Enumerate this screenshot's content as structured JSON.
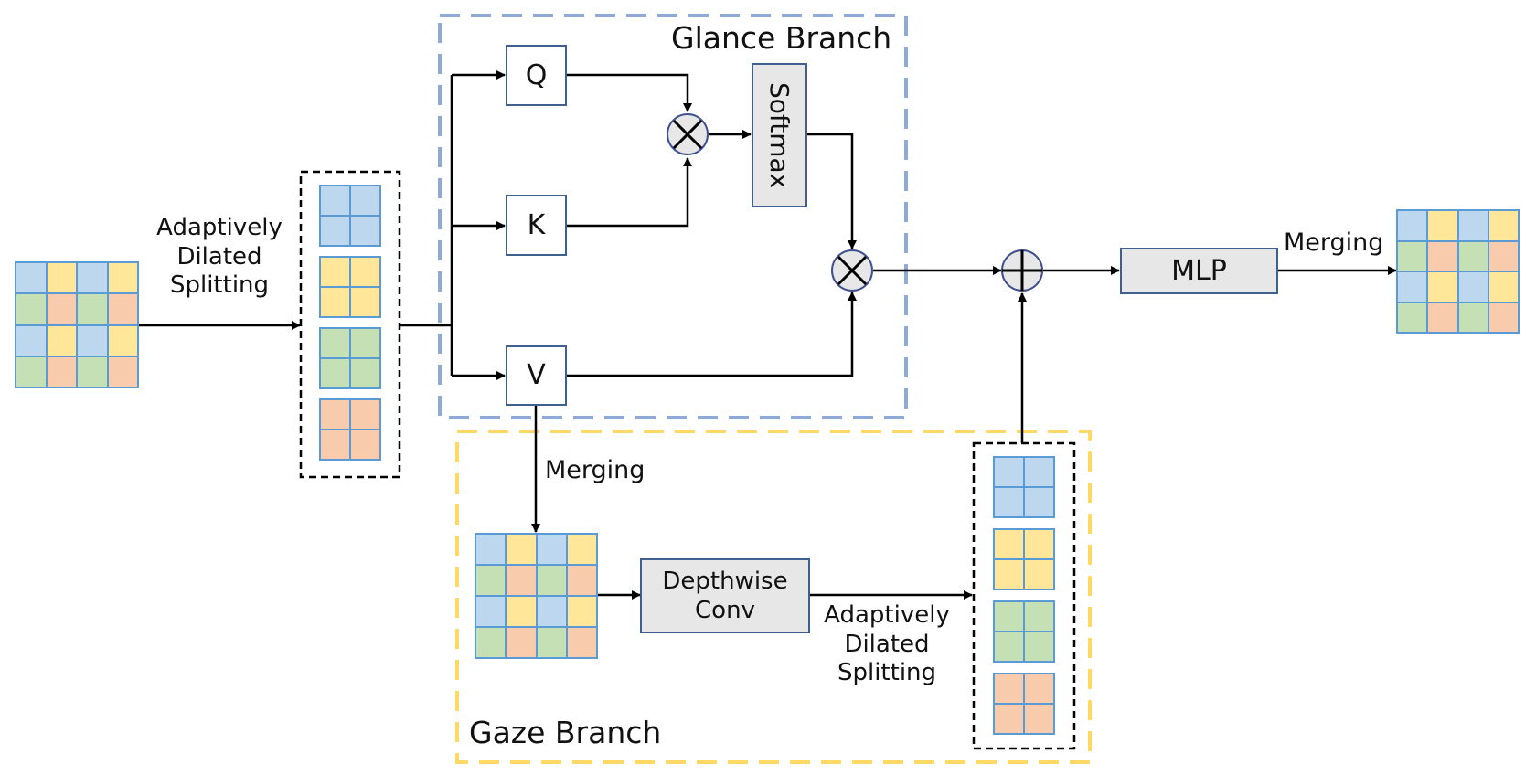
{
  "colors": {
    "blue": "#bdd7ee",
    "yellow": "#ffe699",
    "green": "#c5e0b4",
    "orange": "#f8cbad",
    "cell_border": "#5b9bd5",
    "glance_border": "#8fa9d8",
    "gaze_border": "#ffd966",
    "box_border": "#3f5f8f",
    "box_gray": "#e7e7e7"
  },
  "input_grid": {
    "pattern": [
      [
        "blue",
        "yellow",
        "blue",
        "yellow"
      ],
      [
        "green",
        "orange",
        "green",
        "orange"
      ],
      [
        "blue",
        "yellow",
        "blue",
        "yellow"
      ],
      [
        "green",
        "orange",
        "green",
        "orange"
      ]
    ]
  },
  "output_grid": {
    "pattern": [
      [
        "blue",
        "yellow",
        "blue",
        "yellow"
      ],
      [
        "green",
        "orange",
        "green",
        "orange"
      ],
      [
        "blue",
        "yellow",
        "blue",
        "yellow"
      ],
      [
        "green",
        "orange",
        "green",
        "orange"
      ]
    ]
  },
  "gaze_grid": {
    "pattern": [
      [
        "blue",
        "yellow",
        "blue",
        "yellow"
      ],
      [
        "green",
        "orange",
        "green",
        "orange"
      ],
      [
        "blue",
        "yellow",
        "blue",
        "yellow"
      ],
      [
        "green",
        "orange",
        "green",
        "orange"
      ]
    ]
  },
  "split_groups": [
    "blue",
    "yellow",
    "green",
    "orange"
  ],
  "labels": {
    "split_main": [
      "Adaptively",
      "Dilated",
      "Splitting"
    ],
    "split_gaze": [
      "Adaptively",
      "Dilated",
      "Splitting"
    ],
    "merging_out": "Merging",
    "merging_gaze": "Merging",
    "glance_title": "Glance Branch",
    "gaze_title": "Gaze Branch"
  },
  "nodes": {
    "q": "Q",
    "k": "K",
    "v": "V",
    "softmax": "Softmax",
    "mlp": "MLP",
    "dwconv_line1": "Depthwise",
    "dwconv_line2": "Conv",
    "mult1": "multiply",
    "mult2": "multiply",
    "add": "add"
  }
}
